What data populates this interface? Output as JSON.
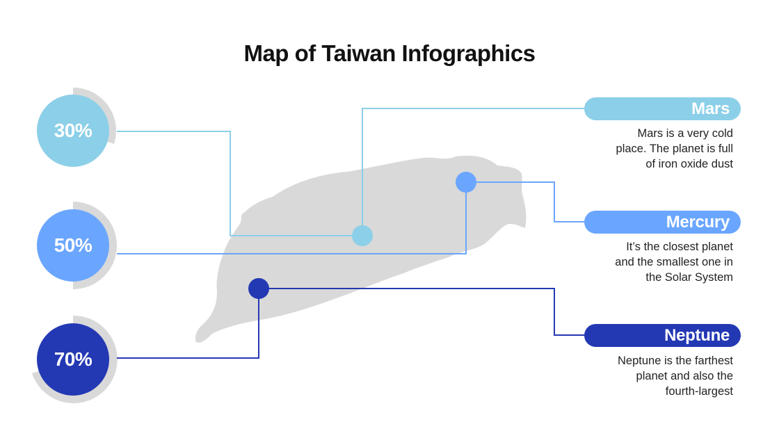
{
  "title": "Map of Taiwan Infographics",
  "colors": {
    "mars": "#8ccfe8",
    "mercury": "#6aa6ff",
    "neptune": "#2338b3",
    "ring_gray": "#d9d9d9",
    "map_gray": "#d9d9d9",
    "text": "#222222"
  },
  "stats": [
    {
      "label": "30%",
      "value": 30,
      "color": "#8ccfe8"
    },
    {
      "label": "50%",
      "value": 50,
      "color": "#6aa6ff"
    },
    {
      "label": "70%",
      "value": 70,
      "color": "#2338b3"
    }
  ],
  "planets": [
    {
      "name": "Mars",
      "description_lines": [
        "Mars is a very cold",
        "place. The planet is full",
        "of iron oxide dust"
      ],
      "color": "#8ccfe8"
    },
    {
      "name": "Mercury",
      "description_lines": [
        "It’s the closest planet",
        "and the smallest one in",
        "the Solar System"
      ],
      "color": "#6aa6ff"
    },
    {
      "name": "Neptune",
      "description_lines": [
        "Neptune is the farthest",
        "planet and also the",
        "fourth-largest"
      ],
      "color": "#2338b3"
    }
  ],
  "map": {
    "region": "Taiwan",
    "icon": "taiwan-map-silhouette"
  }
}
